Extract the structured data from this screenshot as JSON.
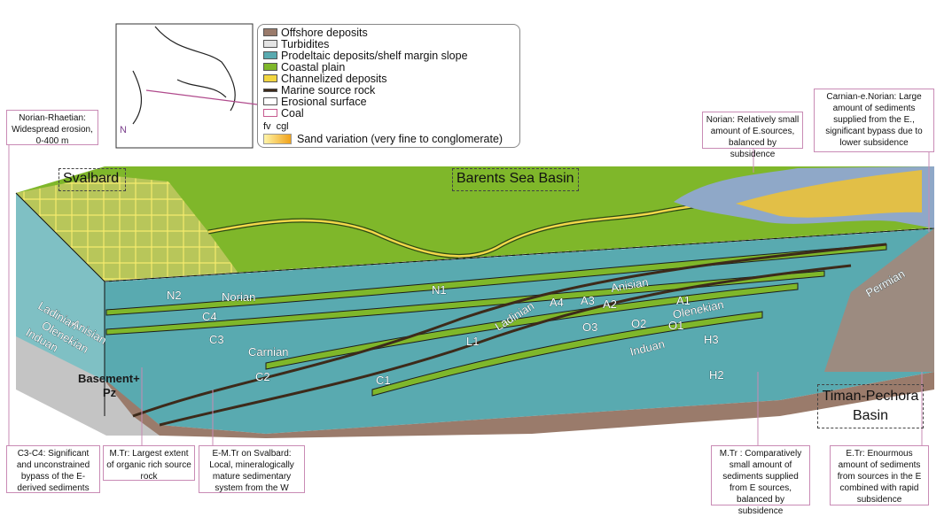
{
  "legend": {
    "items": [
      {
        "label": "Offshore deposits",
        "color": "#9a7b6b"
      },
      {
        "label": "Turbidites",
        "color": "#e4e4e4"
      },
      {
        "label": "Prodeltaic deposits/shelf margin slope",
        "color": "#59aab0"
      },
      {
        "label": "Coastal plain",
        "color": "#7fb72a"
      },
      {
        "label": "Channelized deposits",
        "color": "#f2d640"
      },
      {
        "label": "Marine source rock",
        "color": "#3d2a1a"
      },
      {
        "label": "Erosional surface",
        "color": "#ffffff"
      },
      {
        "label": "Coal",
        "color": "#c65a8f"
      }
    ],
    "fv": "fv",
    "cgl": "cgl",
    "sand_variation": "Sand variation (very fine to conglomerate)"
  },
  "inset_map": {
    "north": "N"
  },
  "region_labels": {
    "svalbard": "Svalbard",
    "barents": "Barents Sea Basin",
    "timan": "Timan-Pechora Basin",
    "basement": "Basement+",
    "pz": "Pz"
  },
  "strata_labels": {
    "n2": "N2",
    "norian": "Norian",
    "n1": "N1",
    "c4": "C4",
    "c3": "C3",
    "carnian": "Carnian",
    "c2": "C2",
    "c1": "C1",
    "l1": "L1",
    "ladinian": "Ladinian",
    "a4": "A4",
    "a3": "A3",
    "a2": "A2",
    "anisian": "Anisian",
    "a1": "A1",
    "olenekian": "Olenekian",
    "o3": "O3",
    "o2": "O2",
    "o1": "O1",
    "h3": "H3",
    "induan": "Induan",
    "h2": "H2",
    "permian": "Permian",
    "ladinian_w": "Ladinian",
    "anisian_w": "Anisian",
    "olenekian_w": "Olenekian",
    "induan_w": "Induan"
  },
  "annotations": {
    "norian_rhaetian": "Norian-Rhaetian: Widespread erosion, 0-400 m",
    "norian_e": "Norian: Relatively small amount of E.sources, balanced by subsidence",
    "carnian_norian": "Carnian-e.Norian: Large amount of sediments supplied from the E., significant bypass due to lower subsidence",
    "c3c4": "C3-C4: Significant and unconstrained bypass of the E-derived sediments",
    "mtr_extent": "M.Tr: Largest extent of organic rich source rock",
    "emtr_svalbard": "E-M.Tr on Svalbard: Local, mineralogically mature sedimentary system from the W",
    "mtr_small": "M.Tr : Comparatively small amount of sediments supplied from E sources, balanced by subsidence",
    "etr": "E.Tr: Enourmous amount of sediments from sources in the E combined with rapid subsidence"
  }
}
